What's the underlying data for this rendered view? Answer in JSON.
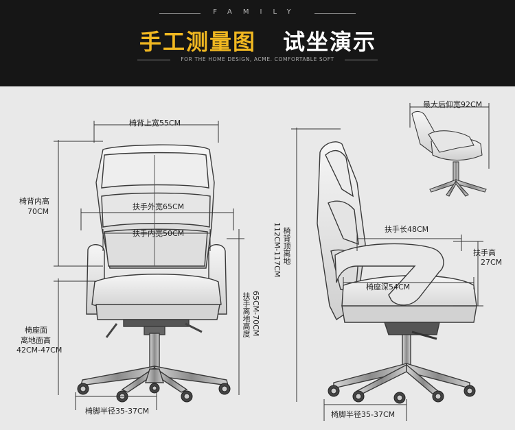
{
  "header": {
    "brand": "FAMILY",
    "title_main": "手工测量图",
    "title_sub": "试坐演示",
    "tagline": "FOR THE HOME DESIGN, ACME. COMFORTABLE SOFT"
  },
  "front_view": {
    "back_top_width": "椅背上宽55CM",
    "back_inner_height_label": "椅背内高",
    "back_inner_height_value": "70CM",
    "armrest_outer_width": "扶手外宽65CM",
    "armrest_inner_width": "扶手内宽50CM",
    "armrest_floor_height": "扶手离地高度",
    "armrest_floor_height_value": "65CM-70CM",
    "seat_height_label_1": "椅座面",
    "seat_height_label_2": "离地面高",
    "seat_height_value": "42CM-47CM",
    "base_radius": "椅脚半径35-37CM"
  },
  "side_view": {
    "recline_width": "最大后仰宽92CM",
    "total_height": "椅背顶离地",
    "total_height_value": "112CM-117CM",
    "armrest_length": "扶手长48CM",
    "armrest_height_label": "扶手高",
    "armrest_height_value": "27CM",
    "seat_depth": "椅座深54CM",
    "base_radius": "椅脚半径35-37CM"
  },
  "colors": {
    "banner_bg": "#161616",
    "title_gold": "#f1b821",
    "title_white": "#ffffff",
    "background": "#e9e9e9",
    "line": "#333333"
  }
}
